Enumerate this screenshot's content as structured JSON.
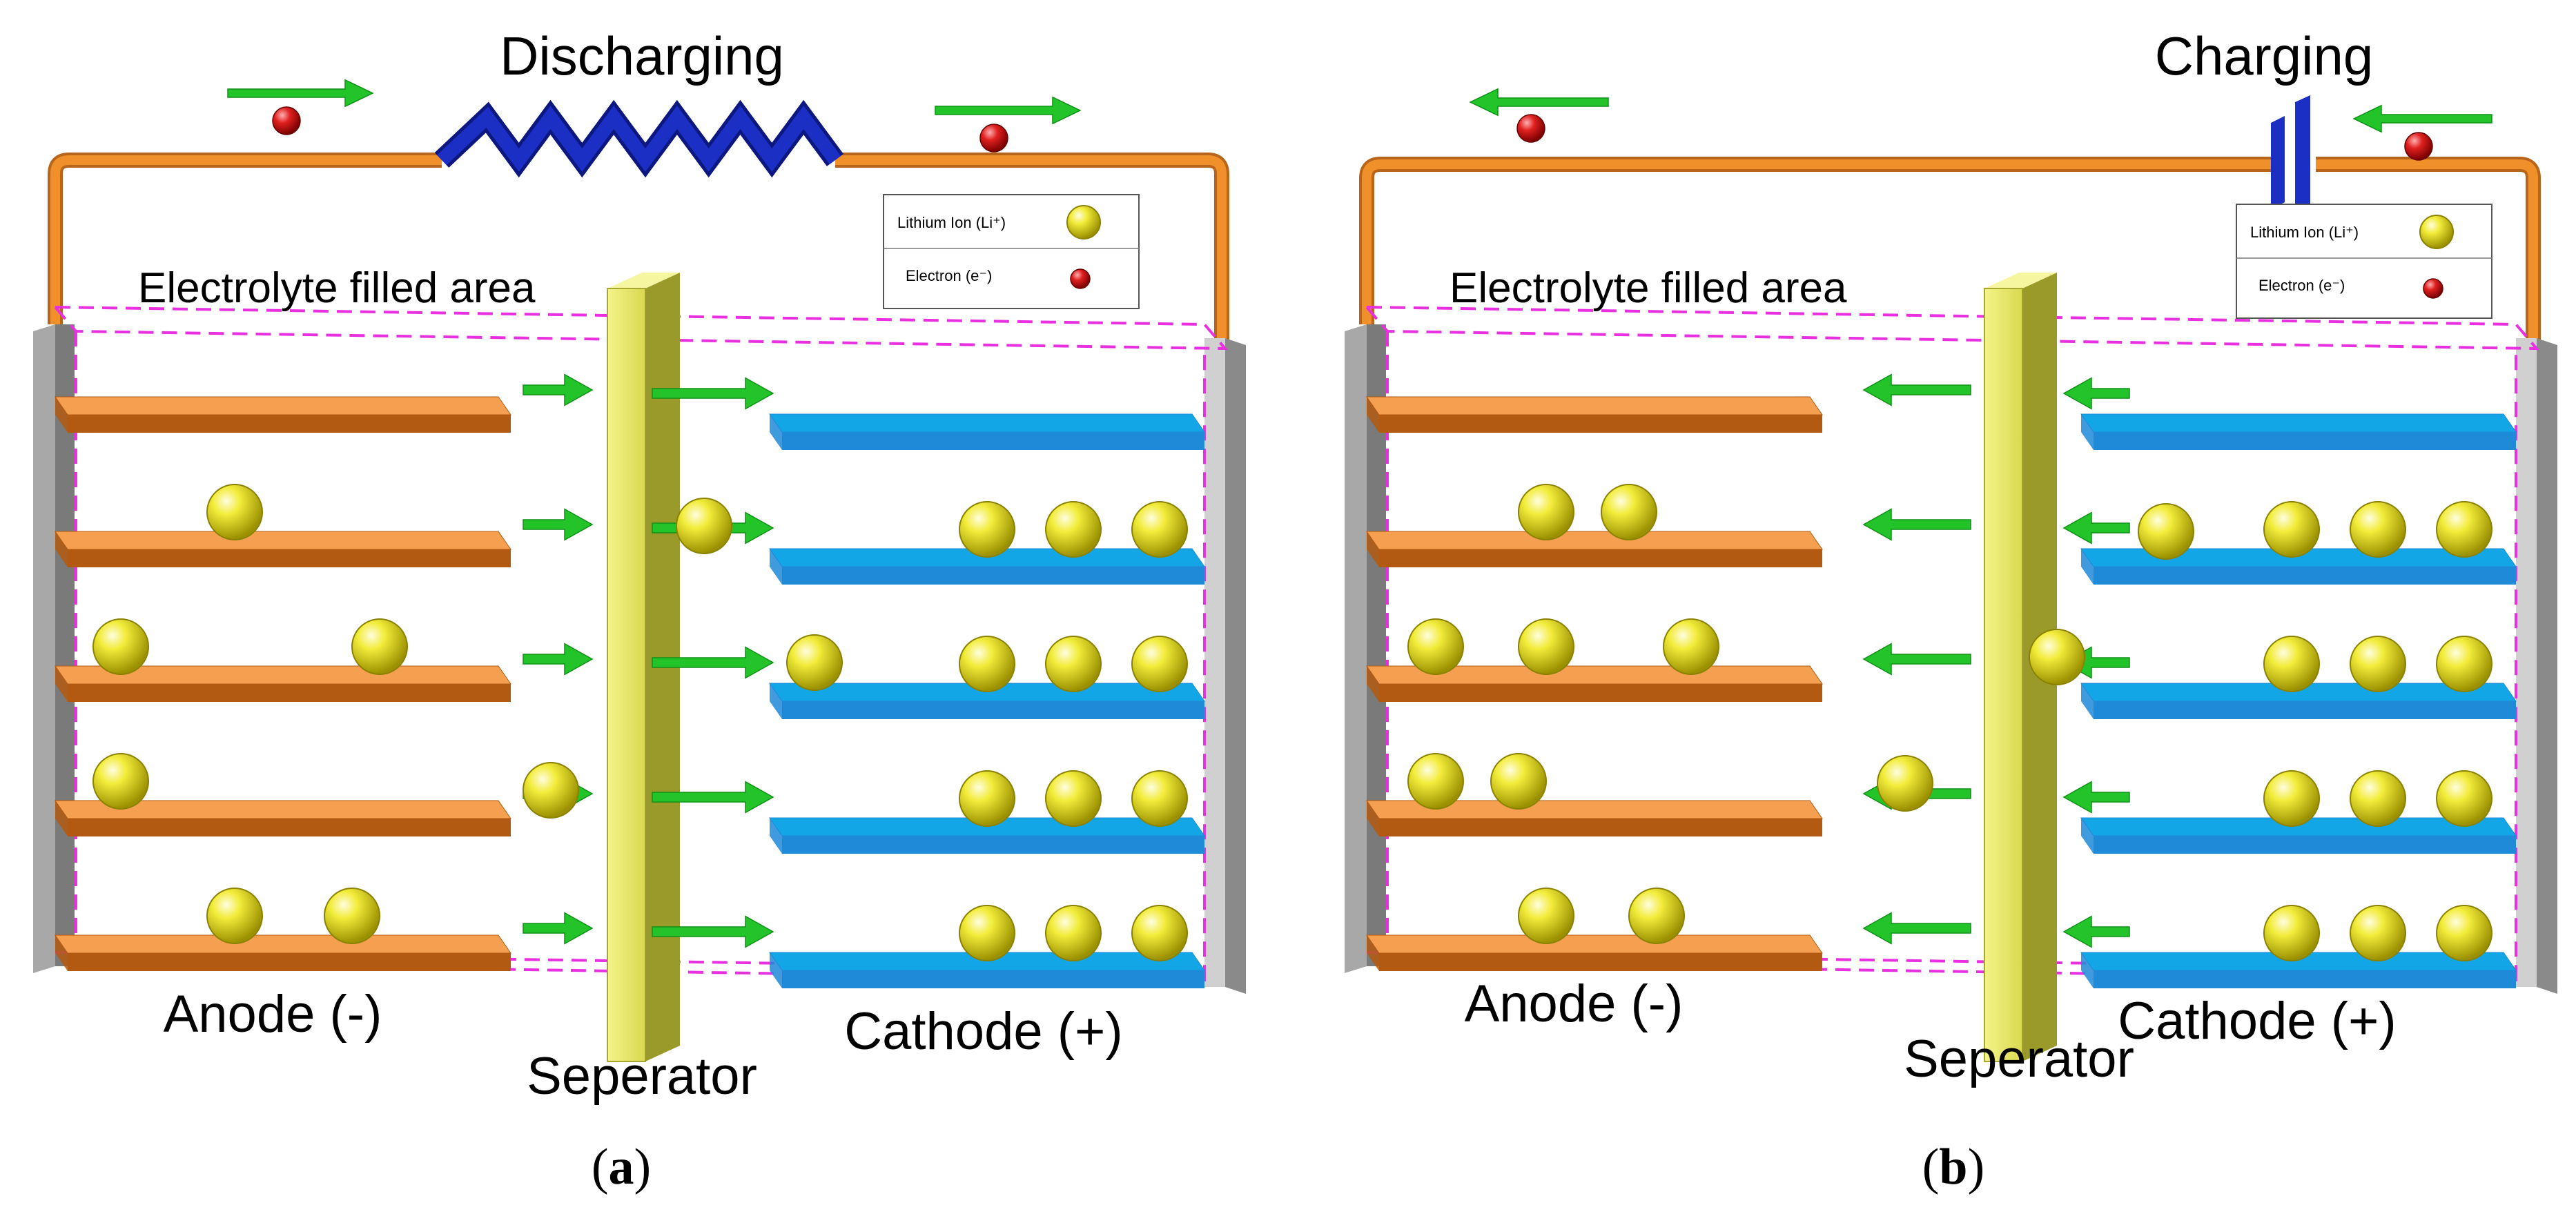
{
  "panels": [
    {
      "id": "a",
      "mode": "Discharging",
      "caption_letter": "a",
      "electrolyte_label": "Electrolyte filled area",
      "anode_label": "Anode (-)",
      "cathode_label": "Cathode (+)",
      "separator_label": "Seperator",
      "legend": {
        "ion_label": "Lithium Ion (Li⁺)",
        "electron_label": "Electron (e⁻)"
      },
      "load_element": "resistor-icon",
      "ion_direction": "anode-to-cathode",
      "electron_direction": "right",
      "anode_ion_counts": [
        0,
        1,
        2,
        1,
        2
      ],
      "cathode_ion_counts": [
        0,
        3,
        3,
        3,
        3
      ],
      "ions_in_transit": 3
    },
    {
      "id": "b",
      "mode": "Charging",
      "caption_letter": "b",
      "electrolyte_label": "Electrolyte filled area",
      "anode_label": "Anode (-)",
      "cathode_label": "Cathode (+)",
      "separator_label": "Seperator",
      "legend": {
        "ion_label": "Lithium Ion (Li⁺)",
        "electron_label": "Electron (e⁻)"
      },
      "load_element": "power-source-icon",
      "ion_direction": "cathode-to-anode",
      "electron_direction": "left",
      "anode_ion_counts": [
        0,
        2,
        3,
        2,
        2
      ],
      "cathode_ion_counts": [
        0,
        3,
        3,
        3,
        3
      ],
      "ions_in_transit": 3
    }
  ],
  "colors": {
    "wire": "#f0902a",
    "wire_dark": "#b8641a",
    "resistor": "#1c2fc4",
    "anode_top": "#f5a050",
    "anode_front": "#b35a12",
    "cathode_top": "#1f8ad8",
    "cathode_front": "#13a6e6",
    "separator_front": "#e8e86a",
    "separator_side": "#9a9a2a",
    "ion": "#e0d820",
    "electron": "#d81818",
    "arrow": "#22c42a",
    "electrolyte_border": "#e830e0",
    "current_collector": "#a8a8a8"
  }
}
